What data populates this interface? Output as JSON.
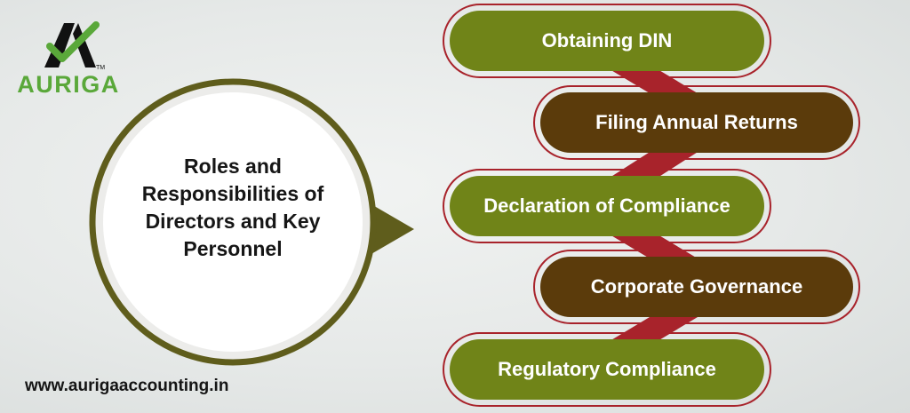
{
  "logo": {
    "name": "AURIGA",
    "trademark": "TM",
    "colors": {
      "mark": "#111111",
      "check": "#5aa83a",
      "text": "#5aa83a"
    }
  },
  "website": "www.aurigaaccounting.in",
  "hub": {
    "title_lines": [
      "Roles and",
      "Responsibilities of",
      "Directors and Key",
      "Personnel"
    ],
    "ring_color": "#5f5d1c",
    "circle_fill": "#ffffff"
  },
  "steps": [
    {
      "label": "Obtaining DIN",
      "color": "#708418"
    },
    {
      "label": "Filing Annual Returns",
      "color": "#5b3b0b"
    },
    {
      "label": "Declaration of Compliance",
      "color": "#708418"
    },
    {
      "label": "Corporate Governance",
      "color": "#5b3b0b"
    },
    {
      "label": "Regulatory Compliance",
      "color": "#708418"
    }
  ],
  "accent": {
    "connector": "#a8232b",
    "outline": "#a8232b"
  }
}
